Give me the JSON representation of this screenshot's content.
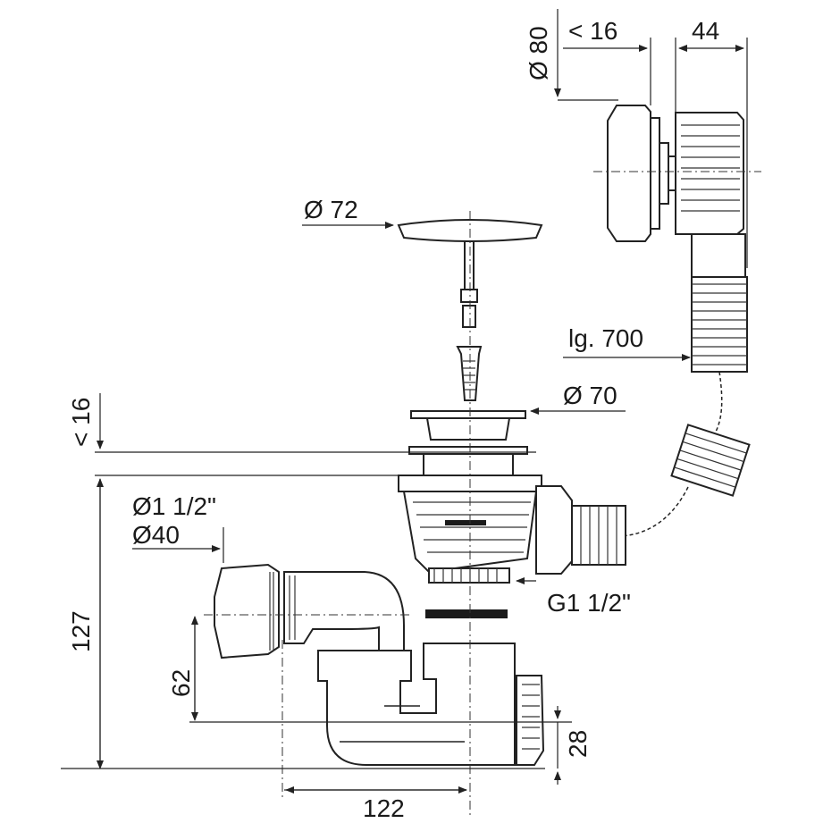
{
  "colors": {
    "line": "#222222",
    "background": "#ffffff",
    "fill_dark": "#1a1a1a"
  },
  "labels": {
    "overflow_diameter": "Ø 80",
    "overflow_thickness": "< 16",
    "overflow_depth": "44",
    "plug_diameter": "Ø 72",
    "hose_length": "lg. 700",
    "flange_diameter": "Ø 70",
    "flange_thickness": "< 16",
    "outlet_inch": "Ø1 1/2\"",
    "outlet_mm": "Ø40",
    "total_height": "127",
    "outlet_height": "62",
    "thread": "G1 1/2\"",
    "trap_height": "28",
    "trap_offset": "122"
  }
}
